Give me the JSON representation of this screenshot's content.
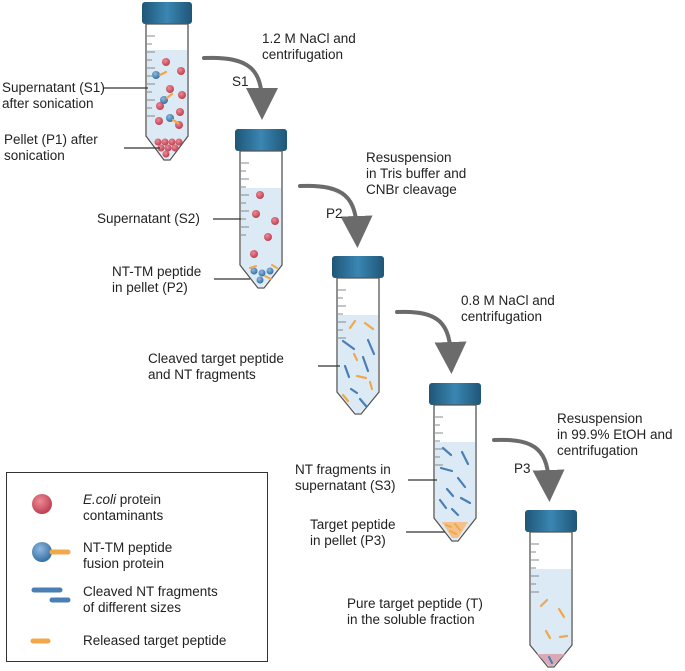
{
  "steps": [
    {
      "id": "s1",
      "arrow_label": "S1",
      "instruction": [
        "1.2 M NaCl and",
        "centrifugation"
      ]
    },
    {
      "id": "p2",
      "arrow_label": "P2",
      "instruction": [
        "Resuspension",
        "in Tris buffer and",
        "CNBr cleavage"
      ]
    },
    {
      "id": "nacl08",
      "arrow_label": "",
      "instruction": [
        "0.8 M NaCl and",
        "centrifugation"
      ]
    },
    {
      "id": "p3",
      "arrow_label": "P3",
      "instruction": [
        "Resuspension",
        "in 99.9% EtOH and",
        "centrifugation"
      ]
    }
  ],
  "callouts": {
    "s1": [
      "Supernatant (S1)",
      "after sonication"
    ],
    "p1": [
      "Pellet (P1) after",
      "sonication"
    ],
    "s2": [
      "Supernatant (S2)"
    ],
    "p2": [
      "NT-TM peptide",
      "in pellet (P2)"
    ],
    "cleaved": [
      "Cleaved target peptide",
      "and NT fragments"
    ],
    "s3": [
      "NT fragments in",
      "supernatant (S3)"
    ],
    "p3": [
      "Target peptide",
      "in pellet (P3)"
    ],
    "t": [
      "Pure target peptide (T)",
      "in the soluble fraction"
    ]
  },
  "legend": [
    {
      "icon": "red-circle-icon",
      "italic": "E.coli",
      "lines": [
        " protein",
        "contaminants"
      ]
    },
    {
      "icon": "fusion-protein-icon",
      "italic": "",
      "lines": [
        "NT-TM peptide",
        "fusion protein"
      ]
    },
    {
      "icon": "nt-fragments-icon",
      "italic": "",
      "lines": [
        "Cleaved NT fragments",
        "of different sizes"
      ]
    },
    {
      "icon": "target-peptide-icon",
      "italic": "",
      "lines": [
        "Released target peptide"
      ]
    }
  ],
  "colors": {
    "cap": "#2a6f97",
    "cap_dark": "#1f5677",
    "contaminant": "#d35b6a",
    "fusion_blue": "#4e87c0",
    "fragment_blue": "#4a7fb5",
    "target_orange": "#f0a84a",
    "liquid": "#d8e9f5",
    "arrow": "#6b6b6b"
  }
}
